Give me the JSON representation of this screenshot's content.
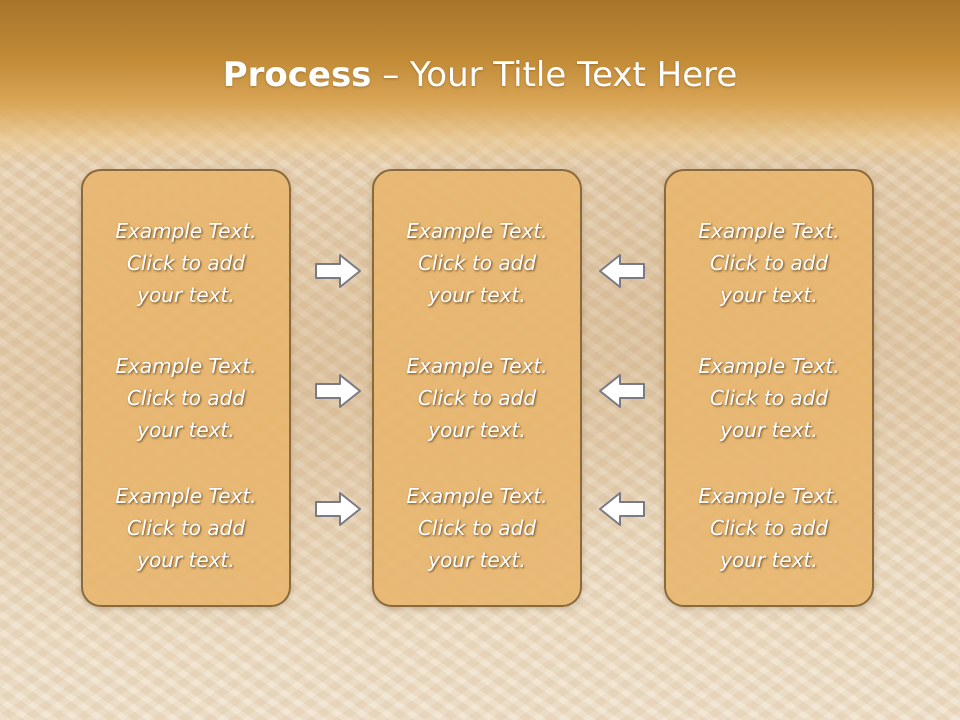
{
  "title": {
    "bold": "Process",
    "rest": " – Your Title Text Here"
  },
  "panels": [
    {
      "items": [
        {
          "l1": "Example Text.",
          "l2": "Click  to add",
          "l3": "your text."
        },
        {
          "l1": "Example Text.",
          "l2": "Click  to add",
          "l3": "your text."
        },
        {
          "l1": "Example Text.",
          "l2": "Click  to add",
          "l3": "your text."
        }
      ]
    },
    {
      "items": [
        {
          "l1": "Example Text.",
          "l2": "Click  to add",
          "l3": "your text."
        },
        {
          "l1": "Example Text.",
          "l2": "Click  to add",
          "l3": "your text."
        },
        {
          "l1": "Example Text.",
          "l2": "Click  to add",
          "l3": "your text."
        }
      ]
    },
    {
      "items": [
        {
          "l1": "Example Text.",
          "l2": "Click  to add",
          "l3": "your text."
        },
        {
          "l1": "Example Text.",
          "l2": "Click  to add",
          "l3": "your text."
        },
        {
          "l1": "Example Text.",
          "l2": "Click  to add",
          "l3": "your text."
        }
      ]
    }
  ],
  "icons": {
    "right_arrow": "arrow-right-icon",
    "left_arrow": "arrow-left-icon"
  },
  "colors": {
    "header_band": "#c08a36",
    "panel_fill": "#e8b66e",
    "panel_border": "#8a6a3c",
    "arrow_fill": "#ffffff",
    "arrow_stroke": "#7a7a86",
    "text": "#ffffff"
  }
}
